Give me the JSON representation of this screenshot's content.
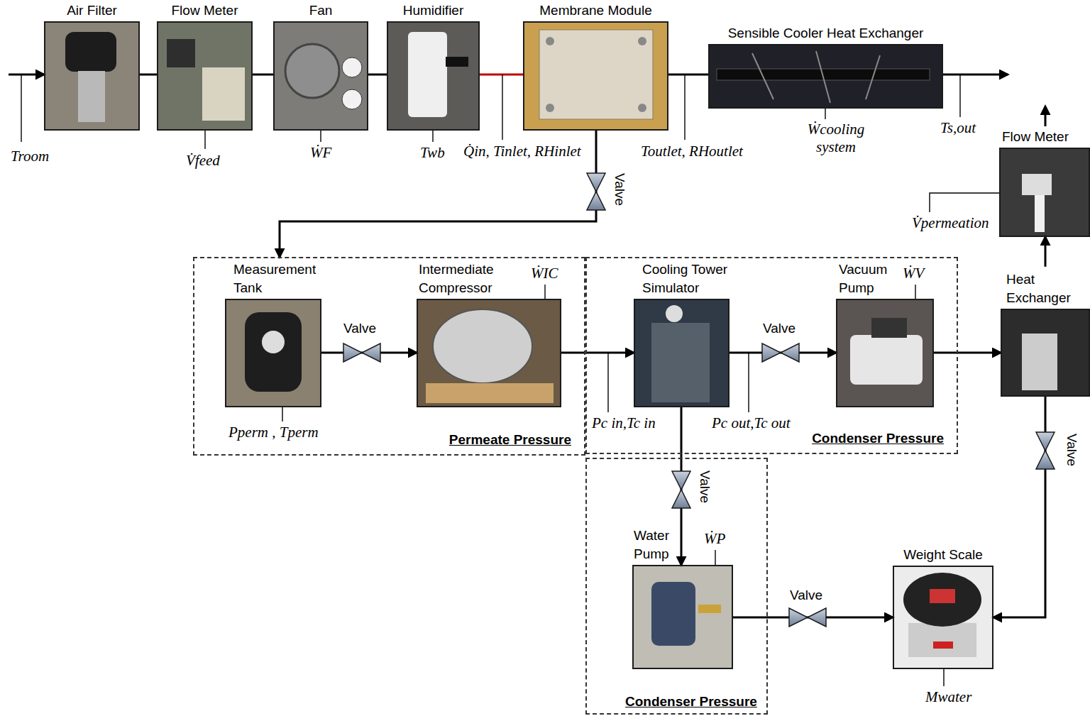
{
  "diagram": {
    "nodes": [
      {
        "text": [
          "Air Filter"
        ]
      },
      {
        "text": [
          "Flow Meter"
        ]
      },
      {
        "text": [
          "Fan"
        ]
      },
      {
        "text": [
          "Humidifier"
        ]
      },
      {
        "text": [
          "Membrane Module"
        ]
      },
      {
        "text": [
          "Sensible Cooler Heat Exchanger"
        ]
      },
      {
        "text": [
          "Flow Meter"
        ]
      },
      {
        "text": [
          "Permeate Pressure"
        ]
      },
      {
        "text": [
          "Measurement Tank"
        ],
        "in": 7
      },
      {
        "text": [
          "Intermediate Compressor"
        ],
        "in": 7
      },
      {
        "text": [
          "Condenser Pressure"
        ]
      },
      {
        "text": [
          "Cooling Tower Simulator"
        ],
        "in": 10
      },
      {
        "text": [
          "Vacuum Pump"
        ],
        "in": 10
      },
      {
        "text": [
          "Heat Exchanger"
        ]
      },
      {
        "text": [
          "Condenser Pressure"
        ]
      },
      {
        "text": [
          "Water Pump"
        ],
        "in": 14
      },
      {
        "text": [
          "Weight Scale"
        ]
      }
    ],
    "edges": [
      {
        "from": 0,
        "to": 1,
        "arrow": "none"
      },
      {
        "from": 1,
        "to": 2,
        "arrow": "none"
      },
      {
        "from": 2,
        "to": 3,
        "arrow": "none"
      },
      {
        "from": 3,
        "to": 4,
        "arrow": "none"
      },
      {
        "from": 4,
        "to": 5,
        "arrow": "none"
      },
      {
        "from": 4,
        "to": 7,
        "arrow": "to"
      },
      {
        "from": 8,
        "to": 9,
        "arrow": "to"
      },
      {
        "from": 9,
        "to": 11,
        "arrow": "to"
      },
      {
        "from": 11,
        "to": 12,
        "arrow": "to"
      },
      {
        "from": 12,
        "to": 13,
        "arrow": "to"
      },
      {
        "from": 13,
        "to": 6,
        "arrow": "to"
      },
      {
        "from": 11,
        "to": 15,
        "arrow": "to"
      },
      {
        "from": 15,
        "to": 16,
        "arrow": "to"
      },
      {
        "from": 13,
        "to": 16,
        "arrow": "to"
      }
    ],
    "labels": [
      "Troom",
      "V̇feed",
      "ẆF",
      "Twb",
      "Q̇in, Tinlet, RHinlet",
      "Toutlet, RHoutlet",
      "Ẇcooling system",
      "Ts,out",
      "V̇permeation",
      "Valve",
      "Pperm , Tperm",
      "Valve",
      "ẆIC",
      "Pc in,Tc in",
      "Valve",
      "ẆV",
      "Pc out,Tc out",
      "Valve",
      "ẆP",
      "Valve",
      "Valve",
      "Mwater"
    ]
  }
}
